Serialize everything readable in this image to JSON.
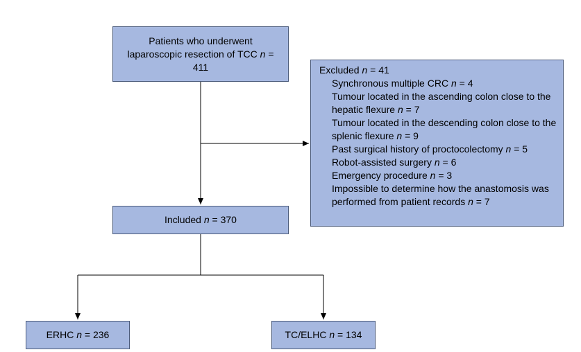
{
  "boxes": {
    "patients": {
      "text": "Patients who underwent laparoscopic resection of TCC",
      "n_label": "n",
      "n_value": "= 411"
    },
    "excluded": {
      "title": "Excluded",
      "n_label": "n",
      "n_value": "= 41",
      "items": [
        {
          "text": "Synchronous multiple CRC",
          "n_label": "n",
          "n_value": "= 4"
        },
        {
          "text": "Tumour located in the ascending colon close to the hepatic flexure",
          "n_label": "n",
          "n_value": "= 7"
        },
        {
          "text": "Tumour located in the descending colon close to the splenic flexure",
          "n_label": "n",
          "n_value": "= 9"
        },
        {
          "text": "Past surgical history of proctocolectomy",
          "n_label": "n",
          "n_value": "= 5"
        },
        {
          "text": "Robot-assisted surgery",
          "n_label": "n",
          "n_value": "= 6"
        },
        {
          "text": "Emergency procedure",
          "n_label": "n",
          "n_value": "= 3"
        },
        {
          "text": "Impossible to determine how the anastomosis was performed from patient records",
          "n_label": "n",
          "n_value": "= 7"
        }
      ]
    },
    "included": {
      "text": "Included",
      "n_label": "n",
      "n_value": "= 370"
    },
    "erhc": {
      "text": "ERHC",
      "n_label": "n",
      "n_value": "= 236"
    },
    "tcelhc": {
      "text": "TC/ELHC",
      "n_label": "n",
      "n_value": "= 134"
    }
  },
  "colors": {
    "box_fill": "#a6b8e0",
    "box_border": "#4a5a7a",
    "line": "#000000"
  }
}
